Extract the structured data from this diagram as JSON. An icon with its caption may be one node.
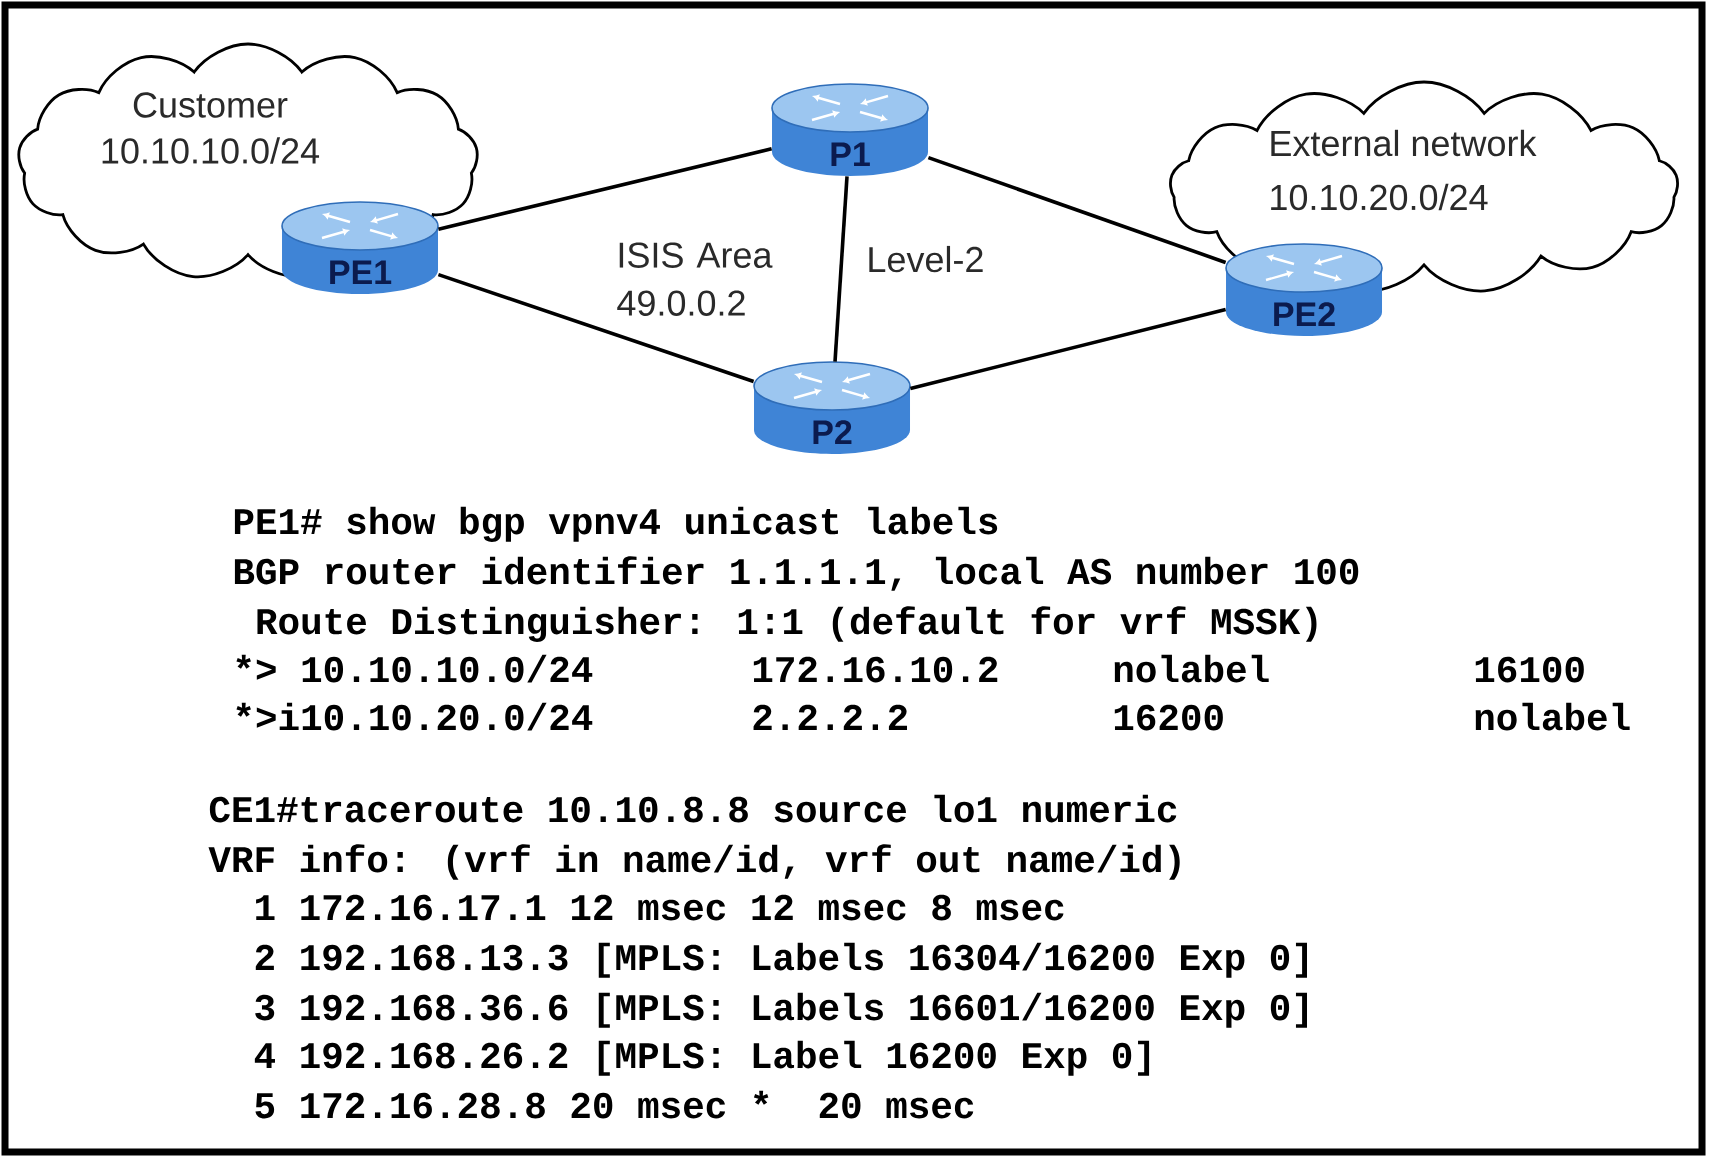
{
  "diagram": {
    "nodes": [
      {
        "text": [
          "Customer",
          "10.10.10.0/24"
        ]
      },
      {
        "text": [
          "PE1"
        ]
      },
      {
        "text": [
          "P1"
        ]
      },
      {
        "text": [
          "P2"
        ]
      },
      {
        "text": [
          "External network",
          "10.10.20.0/24"
        ]
      },
      {
        "text": [
          "PE2"
        ]
      }
    ],
    "edges": [
      {
        "from": 1,
        "to": 2,
        "arrow": "none"
      },
      {
        "from": 1,
        "to": 3,
        "arrow": "none"
      },
      {
        "from": 2,
        "to": 3,
        "arrow": "none"
      },
      {
        "from": 2,
        "to": 5,
        "arrow": "none"
      },
      {
        "from": 3,
        "to": 5,
        "arrow": "none"
      }
    ],
    "labels": [
      "ISIS Area 49.0.0.2",
      "Level-2",
      "PE1# show bgp vpnv4 unicast labels",
      "BGP router identifier 1.1.1.1, local AS number 100",
      "Route Distinguisher: 1:1 (default for vrf MSSK)",
      "*> 10.10.10.0/24",
      "172.16.10.2",
      "nolabel",
      "16100",
      "*>i10.10.20.0/24",
      "2.2.2.2",
      "16200",
      "nolabel",
      "CE1#traceroute 10.10.8.8 source lo1 numeric",
      "VRF info: (vrf in name/id, vrf out name/id)",
      "1 172.16.17.1 12 msec 12 msec 8 msec",
      "2 192.168.13.3 [MPLS: Labels 16304/16200 Exp 0]",
      "3 192.168.36.6 [MPLS: Labels 16601/16200 Exp 0]",
      "4 192.168.26.2 [MPLS: Label 16200 Exp 0]",
      "5 172.16.28.8 20 msec *  20 msec"
    ]
  }
}
